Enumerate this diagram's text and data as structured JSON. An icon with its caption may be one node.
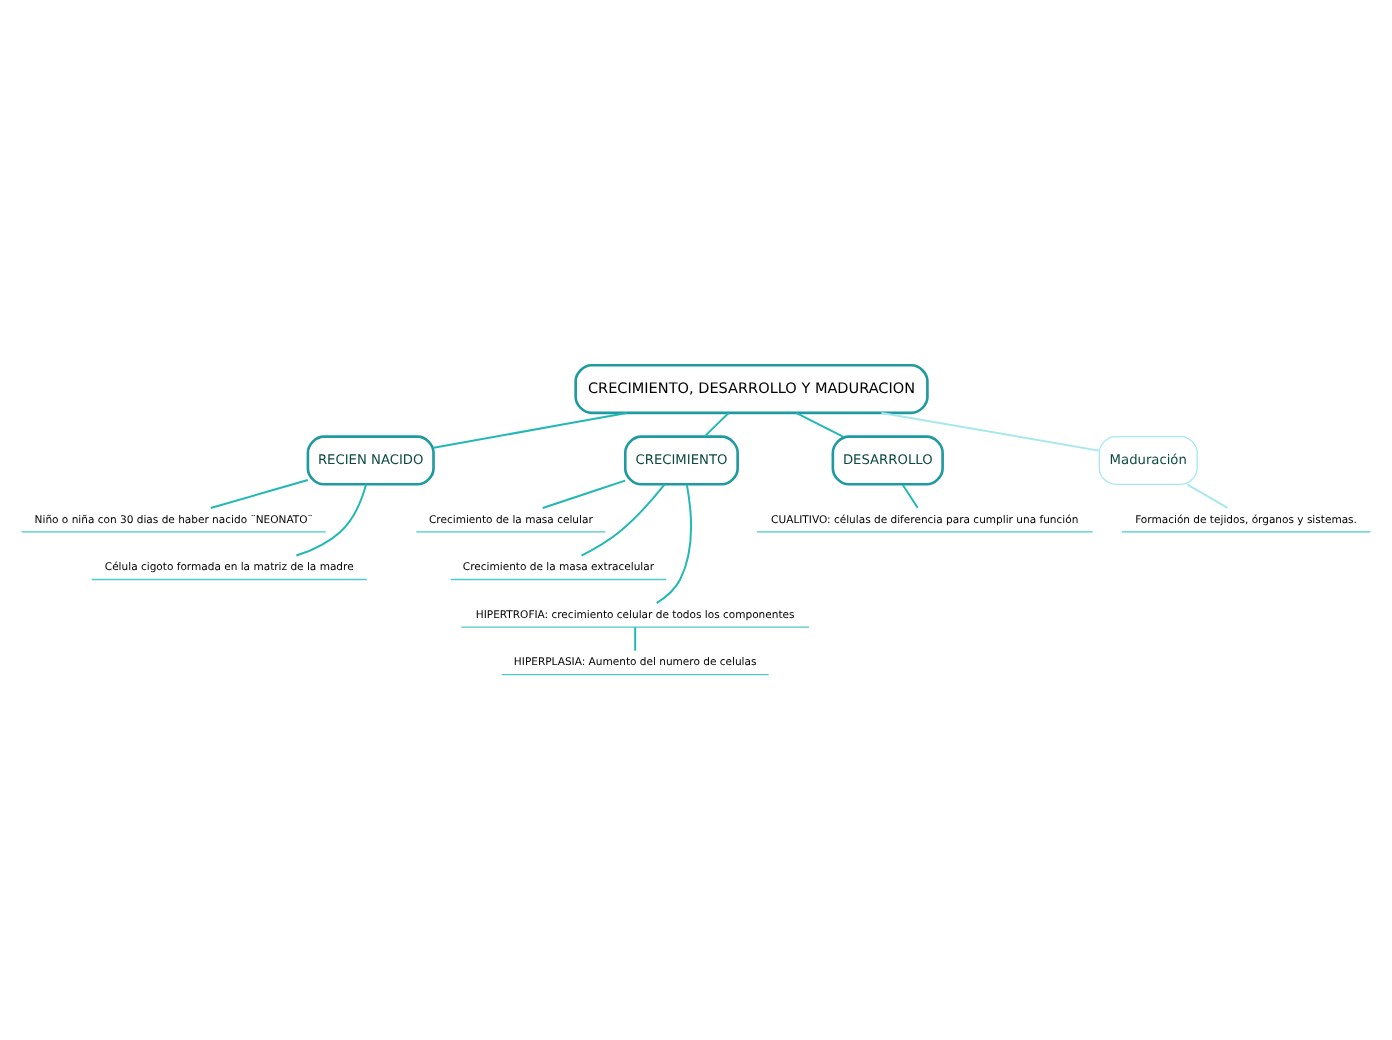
{
  "diagram": {
    "nodes": [
      {
        "text": [
          "CRECIMIENTO, DESARROLLO Y MADURACION"
        ]
      },
      {
        "text": [
          "RECIEN NACIDO"
        ]
      },
      {
        "text": [
          "CRECIMIENTO"
        ]
      },
      {
        "text": [
          "DESARROLLO"
        ]
      },
      {
        "text": [
          "Maduración"
        ]
      },
      {
        "text": [
          "Niño o niña con 30 dias de haber nacido ¨NEONATO¨"
        ]
      },
      {
        "text": [
          "Célula cigoto formada en la matriz de la madre"
        ]
      },
      {
        "text": [
          "Crecimiento de la masa celular"
        ]
      },
      {
        "text": [
          "Crecimiento de la masa extracelular"
        ]
      },
      {
        "text": [
          "HIPERTROFIA: crecimiento celular de todos los componentes"
        ]
      },
      {
        "text": [
          "HIPERPLASIA: Aumento del numero de celulas"
        ]
      },
      {
        "text": [
          "CUALITIVO: células de diferencia para cumplir una función"
        ]
      },
      {
        "text": [
          "Formación de tejidos, órganos y sistemas."
        ]
      }
    ],
    "edges": [
      {
        "from": 0,
        "to": 1,
        "arrow": "none"
      },
      {
        "from": 0,
        "to": 2,
        "arrow": "none"
      },
      {
        "from": 0,
        "to": 3,
        "arrow": "none"
      },
      {
        "from": 0,
        "to": 4,
        "arrow": "none",
        "color": "#a6e8ee"
      },
      {
        "from": 1,
        "to": 5,
        "arrow": "none"
      },
      {
        "from": 1,
        "to": 6,
        "arrow": "none"
      },
      {
        "from": 2,
        "to": 7,
        "arrow": "none"
      },
      {
        "from": 2,
        "to": 8,
        "arrow": "none"
      },
      {
        "from": 2,
        "to": 9,
        "arrow": "none"
      },
      {
        "from": 9,
        "to": 10,
        "arrow": "none"
      },
      {
        "from": 3,
        "to": 11,
        "arrow": "none"
      },
      {
        "from": 4,
        "to": 12,
        "arrow": "none",
        "color": "#a6e8ee"
      }
    ]
  }
}
